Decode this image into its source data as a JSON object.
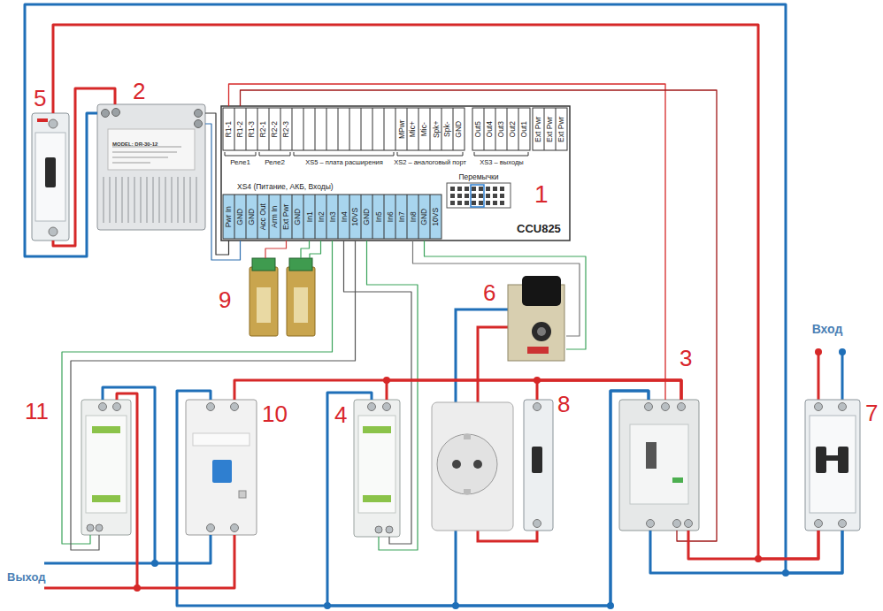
{
  "diagram": {
    "nodes": [
      {
        "text": [
          "5"
        ]
      },
      {
        "text": [
          "2",
          "MODEL: DR-30-12"
        ]
      },
      {
        "text": [
          "1",
          "CCU825"
        ]
      },
      {
        "text": [
          "9"
        ]
      },
      {
        "text": [
          "6"
        ]
      },
      {
        "text": [
          "11"
        ]
      },
      {
        "text": [
          "10"
        ]
      },
      {
        "text": [
          "4"
        ]
      },
      {
        "text": [
          "8"
        ]
      },
      {
        "text": [
          "3"
        ]
      },
      {
        "text": [
          "7"
        ]
      }
    ],
    "edges": [
      {
        "from": 10,
        "to": 0,
        "arrow": "none"
      },
      {
        "from": 10,
        "to": 1,
        "arrow": "none"
      },
      {
        "from": 0,
        "to": 1,
        "arrow": "none"
      },
      {
        "from": 1,
        "to": 2,
        "arrow": "none"
      },
      {
        "from": 1,
        "to": 2,
        "arrow": "none"
      },
      {
        "from": 2,
        "to": 3,
        "arrow": "none"
      },
      {
        "from": 2,
        "to": 3,
        "arrow": "none"
      },
      {
        "from": 2,
        "to": 3,
        "arrow": "none"
      },
      {
        "from": 2,
        "to": 5,
        "arrow": "none"
      },
      {
        "from": 2,
        "to": 5,
        "arrow": "none"
      },
      {
        "from": 2,
        "to": 7,
        "arrow": "none"
      },
      {
        "from": 2,
        "to": 7,
        "arrow": "none"
      },
      {
        "from": 2,
        "to": 4,
        "arrow": "none"
      },
      {
        "from": 2,
        "to": 4,
        "arrow": "none"
      },
      {
        "from": 2,
        "to": 9,
        "arrow": "none"
      },
      {
        "from": 2,
        "to": 9,
        "arrow": "none"
      },
      {
        "from": 10,
        "to": 9,
        "arrow": "none"
      },
      {
        "from": 10,
        "to": 9,
        "arrow": "none"
      },
      {
        "from": 9,
        "to": 6,
        "arrow": "none"
      },
      {
        "from": 9,
        "to": 7,
        "arrow": "none"
      },
      {
        "from": 9,
        "to": 8,
        "arrow": "none"
      },
      {
        "from": 9,
        "to": 6,
        "arrow": "none"
      },
      {
        "from": 9,
        "to": 7,
        "arrow": "none"
      },
      {
        "from": 6,
        "to": 5,
        "arrow": "none"
      },
      {
        "from": 6,
        "to": 5,
        "arrow": "none"
      }
    ],
    "labels": [
      "R1-1",
      "R1-2",
      "R1-3",
      "R2-1",
      "R2-2",
      "R2-3",
      "MPwr",
      "Mic+",
      "Mic-",
      "Spk+",
      "Spk-",
      "GND",
      "Out5",
      "Out4",
      "Out3",
      "Out2",
      "Out1",
      "Ext Pwr",
      "Ext Pwr",
      "Ext Pwr",
      "Реле1",
      "Реле2",
      "XS5 – плата расширения",
      "XS2 – аналоговый порт",
      "XS3 – выходы",
      "XS4 (Питание, АКБ, Входы)",
      "Перемычки",
      "Pwr In",
      "GND",
      "GND",
      "Acc Out",
      "Arm In",
      "Ext Pwr",
      "GND",
      "In1",
      "In2",
      "In3",
      "In4",
      "10VS",
      "GND",
      "In5",
      "In6",
      "In7",
      "In8",
      "GND",
      "10VS",
      "Вход",
      "Выход"
    ]
  }
}
